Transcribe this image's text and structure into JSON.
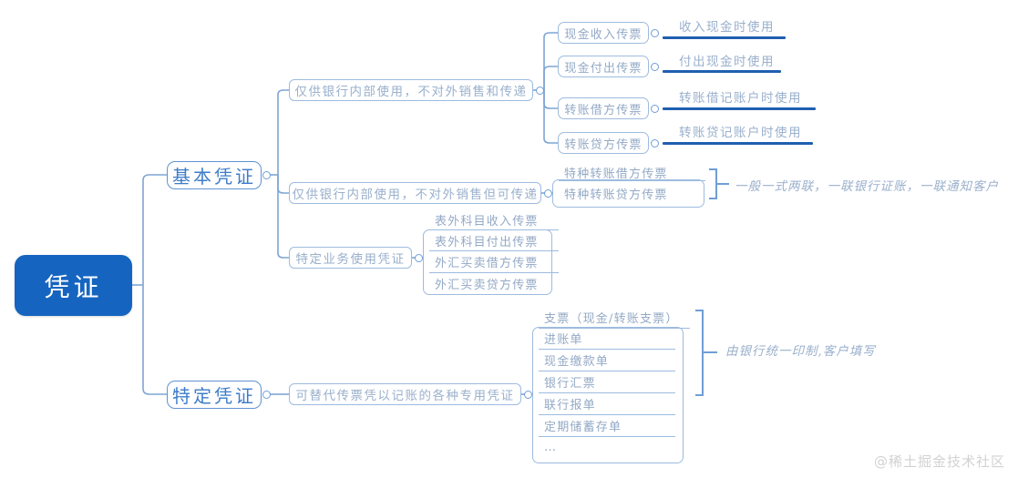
{
  "title": "凭证",
  "colors": {
    "root_fill": "#1565c0",
    "root_text": "#ffffff",
    "branch_line": "#7fa5d4",
    "node_border": "#9dbbdf",
    "node_text": "#93a9c6",
    "lvl2_text": "#3d7cc9",
    "bar": "#1f5fb0",
    "watermark": "#d2d2d2"
  },
  "root": {
    "label": "凭证"
  },
  "branches": [
    {
      "label": "基本凭证",
      "children": [
        {
          "label": "仅供银行内部使用，不对外销售和传递",
          "leaves": [
            {
              "label": "现金收入传票",
              "note": "收入现金时使用"
            },
            {
              "label": "现金付出传票",
              "note": "付出现金时使用"
            },
            {
              "label": "转账借方传票",
              "note": "转账借记账户时使用"
            },
            {
              "label": "转账贷方传票",
              "note": "转账贷记账户时使用"
            }
          ]
        },
        {
          "label": "仅供银行内部使用，不对外销售但可传递",
          "stack": [
            "特种转账借方传票",
            "特种转账贷方传票"
          ],
          "note": "一般一式两联，一联银行证账，一联通知客户"
        },
        {
          "label": "特定业务使用凭证",
          "stack": [
            "表外科目收入传票",
            "表外科目付出传票",
            "外汇买卖借方传票",
            "外汇买卖贷方传票"
          ]
        }
      ]
    },
    {
      "label": "特定凭证",
      "children": [
        {
          "label": "可替代传票凭以记账的各种专用凭证",
          "stack": [
            "支票（现金/转账支票）",
            "进账单",
            "现金缴款单",
            "银行汇票",
            "联行报单",
            "定期储蓄存单",
            "…"
          ],
          "note": "由银行统一印制,客户填写"
        }
      ]
    }
  ],
  "notes": {
    "special_transfer": "一般一式两联，一联银行证账，一联通知客户",
    "bank_printed": "由银行统一印制,客户填写"
  },
  "leaf_notes": {
    "cash_in": "收入现金时使用",
    "cash_out": "付出现金时使用",
    "transfer_debit": "转账借记账户时使用",
    "transfer_credit": "转账贷记账户时使用"
  },
  "watermark": "@稀土掘金技术社区"
}
